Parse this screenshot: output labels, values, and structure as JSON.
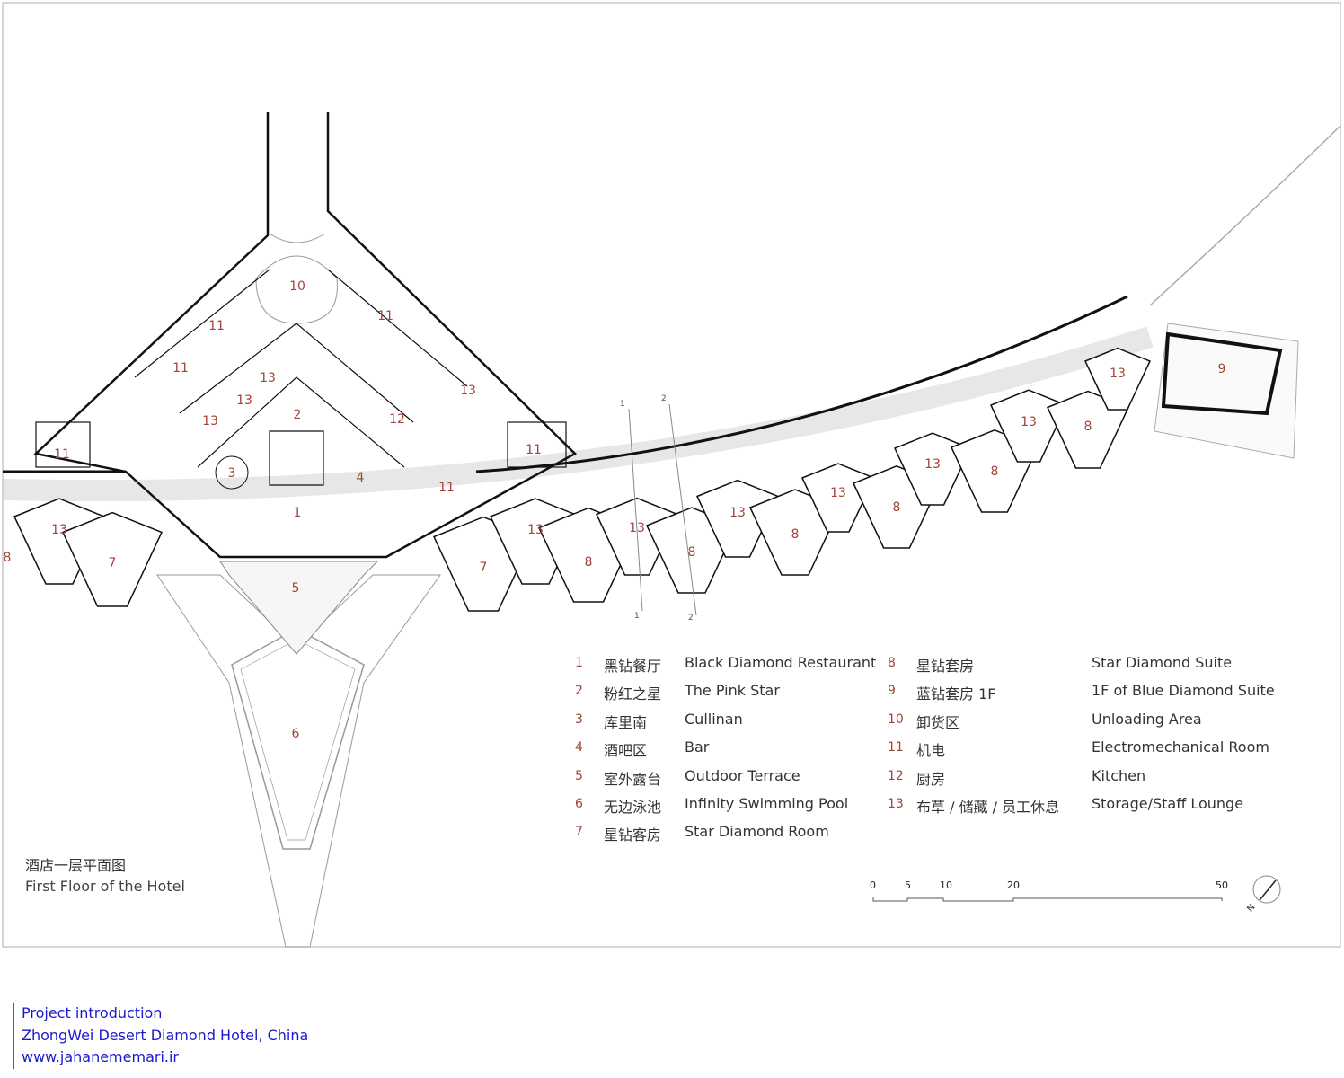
{
  "drawing": {
    "title_cn": "酒店一层平面图",
    "title_en": "First Floor of the Hotel"
  },
  "plan_labels": [
    "10",
    "11",
    "11",
    "11",
    "13",
    "13",
    "13",
    "2",
    "12",
    "13",
    "11",
    "11",
    "3",
    "4",
    "11",
    "1",
    "13",
    "8",
    "7",
    "5",
    "6",
    "13",
    "7",
    "8",
    "13",
    "8",
    "13",
    "8",
    "13",
    "8",
    "13",
    "8",
    "13",
    "8",
    "13",
    "9"
  ],
  "section_marks": [
    "1",
    "2",
    "1",
    "2"
  ],
  "legend": [
    {
      "num": "1",
      "cn": "黑钻餐厅",
      "en": "Black Diamond Restaurant"
    },
    {
      "num": "2",
      "cn": "粉红之星",
      "en": "The Pink Star"
    },
    {
      "num": "3",
      "cn": "库里南",
      "en": "Cullinan"
    },
    {
      "num": "4",
      "cn": "酒吧区",
      "en": "Bar"
    },
    {
      "num": "5",
      "cn": "室外露台",
      "en": "Outdoor Terrace"
    },
    {
      "num": "6",
      "cn": "无边泳池",
      "en": "Infinity Swimming Pool"
    },
    {
      "num": "7",
      "cn": "星钻客房",
      "en": "Star Diamond Room"
    },
    {
      "num": "8",
      "cn": "星钻套房",
      "en": "Star Diamond Suite"
    },
    {
      "num": "9",
      "cn": "蓝钻套房 1F",
      "en": "1F of Blue Diamond Suite"
    },
    {
      "num": "10",
      "cn": "卸货区",
      "en": "Unloading Area"
    },
    {
      "num": "11",
      "cn": "机电",
      "en": "Electromechanical Room"
    },
    {
      "num": "12",
      "cn": "厨房",
      "en": "Kitchen"
    },
    {
      "num": "13",
      "cn": "布草 / 储藏 / 员工休息",
      "en": "Storage/Staff Lounge"
    }
  ],
  "scale_bar": {
    "ticks": [
      "0",
      "5",
      "10",
      "20",
      "50"
    ],
    "north_label": "N"
  },
  "credits": {
    "line1": "Project introduction",
    "line2": "ZhongWei Desert Diamond Hotel, China",
    "line3": "www.jahanememari.ir"
  },
  "colors": {
    "label_red": "#a0463a",
    "credit_blue": "#1a1acc",
    "wall": "#111111",
    "line": "#999999"
  }
}
